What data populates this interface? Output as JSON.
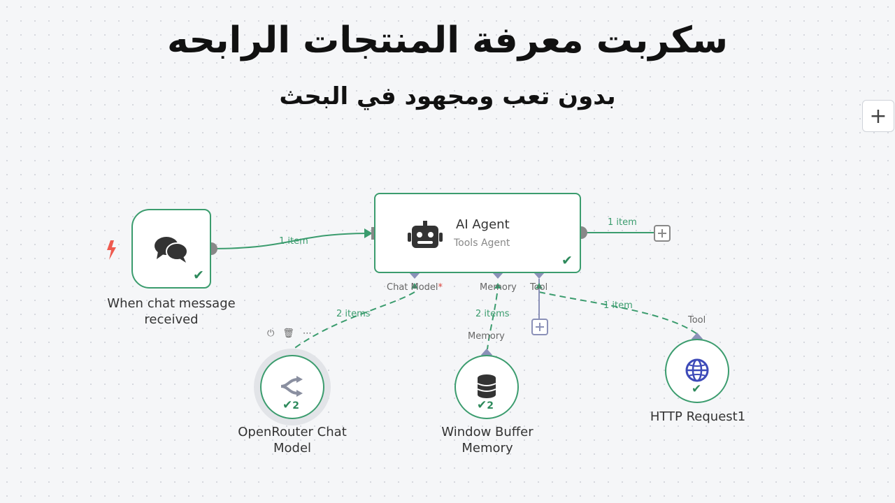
{
  "banner": {
    "title": "سكربت معرفة المنتجات الرابحه",
    "subtitle": "بدون تعب ومجهود في البحث"
  },
  "canvas": {
    "add_button_glyph": "+",
    "nodes": {
      "trigger": {
        "label_line1": "When chat message",
        "label_line2": "received",
        "icon": "chat-bubbles-icon"
      },
      "agent": {
        "title": "AI Agent",
        "subtitle": "Tools Agent",
        "icon": "robot-icon"
      },
      "openrouter": {
        "label_line1": "OpenRouter Chat",
        "label_line2": "Model",
        "run_count": "2",
        "icon": "openrouter-icon"
      },
      "memory": {
        "label_line1": "Window Buffer",
        "label_line2": "Memory",
        "run_count": "2",
        "icon": "database-icon"
      },
      "http": {
        "label": "HTTP Request1",
        "icon": "globe-icon"
      }
    },
    "ports": {
      "chat_model": "Chat Model",
      "chat_model_required": "*",
      "memory": "Memory",
      "tool": "Tool",
      "memory_input": "Memory",
      "tool_input": "Tool"
    },
    "edges": {
      "trigger_to_agent": "1 item",
      "agent_output": "1 item",
      "model_link": "2 items",
      "memory_link": "2 items",
      "tool_link": "1 item"
    },
    "node_toolbar": {
      "power_glyph": "⏻",
      "delete_glyph": "🗑",
      "more_glyph": "⋯"
    },
    "colors": {
      "success": "#3b9c6e",
      "port": "#8b91b8",
      "handle": "#888888",
      "trigger_bolt": "#ee5a4f",
      "globe": "#3d4ab8"
    }
  }
}
